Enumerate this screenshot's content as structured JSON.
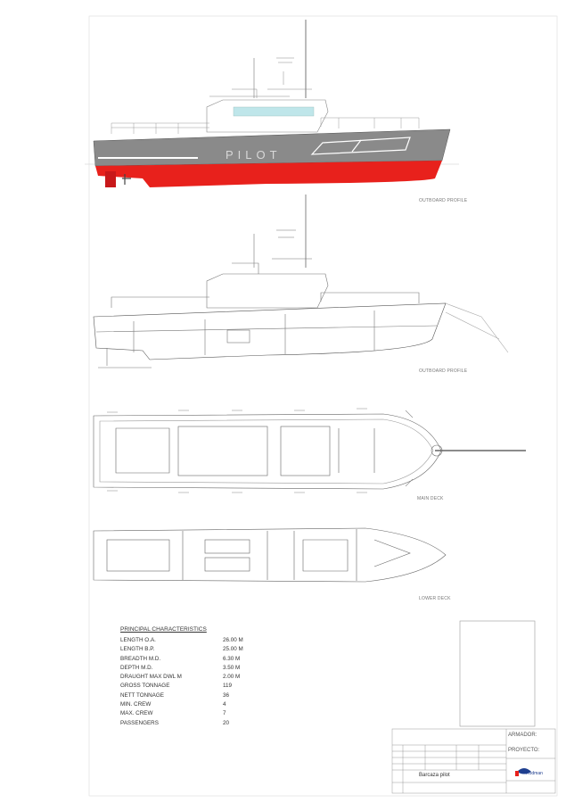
{
  "hull_marking": "PILOT",
  "views": {
    "outboard_profile": "OUTBOARD PROFILE",
    "inboard_profile": "OUTBOARD PROFILE",
    "main_deck": "MAIN DECK",
    "lower_deck": "LOWER DECK"
  },
  "principal_characteristics": {
    "title": "PRINCIPAL CHARACTERISTICS",
    "rows": [
      {
        "label": "LENGTH O.A.",
        "value": "26.00 M"
      },
      {
        "label": "LENGTH B.P.",
        "value": "25.00 M"
      },
      {
        "label": "BREADTH M.D.",
        "value": "6.30 M"
      },
      {
        "label": "DEPTH M.D.",
        "value": "3.50 M"
      },
      {
        "label": "DRAUGHT MAX DWL M",
        "value": "2.00 M"
      },
      {
        "label": "GROSS TONNAGE",
        "value": "119"
      },
      {
        "label": "NETT TONNAGE",
        "value": "36"
      },
      {
        "label": "MIN. CREW",
        "value": "4"
      },
      {
        "label": "MAX. CREW",
        "value": "7"
      },
      {
        "label": "PASSENGERS",
        "value": "20"
      }
    ]
  },
  "title_block": {
    "owner_label": "ARMADOR:",
    "project_label": "PROYECTO:",
    "drawing_title": "Barcaza pilot",
    "logo_text": "Rodman"
  },
  "colors": {
    "hull_grey": "#8a8a8a",
    "antifouling_red": "#e8211c",
    "window": "#bfe6ea"
  }
}
